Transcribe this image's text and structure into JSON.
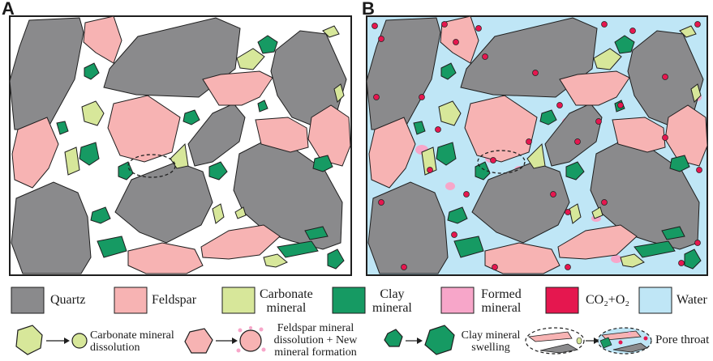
{
  "panels": {
    "a": "A",
    "b": "B"
  },
  "legend": {
    "quartz": "Quartz",
    "feldspar": "Feldspar",
    "carbonate": [
      "Carbonate",
      "mineral"
    ],
    "clay": [
      "Clay",
      "mineral"
    ],
    "formed": [
      "Formed",
      "mineral"
    ],
    "gas": "CO₂+O₂",
    "water": "Water"
  },
  "processes": {
    "carbonate_dissolution": [
      "Carbonate mineral",
      "dissolution"
    ],
    "feldspar_dissolution": [
      "Feldspar mineral",
      "dissolution + New",
      "mineral formation"
    ],
    "clay_swelling": [
      "Clay mineral",
      "swelling"
    ],
    "pore_throat": "Pore throat"
  },
  "colors": {
    "quartz": "#8a8a8c",
    "feldspar": "#f7b3b3",
    "carbonate": "#d7e79a",
    "clay": "#169a63",
    "formed": "#f7a6c9",
    "gas": "#e5174f",
    "water": "#bfe6f6",
    "outline": "#1e1e1e"
  }
}
